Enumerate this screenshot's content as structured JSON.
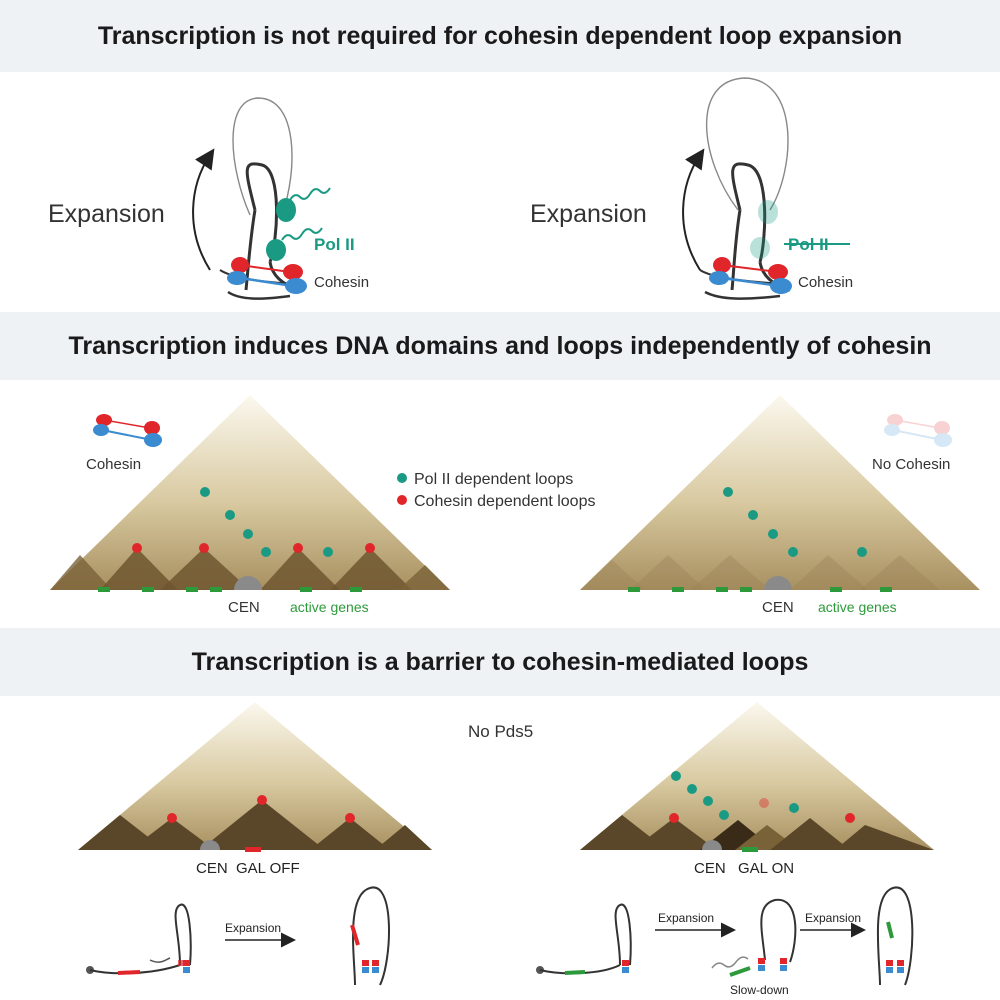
{
  "sections": [
    {
      "title": "Transcription is not required for cohesin dependent loop expansion"
    },
    {
      "title": "Transcription induces DNA domains and loops independently of cohesin"
    },
    {
      "title": "Transcription is a barrier to cohesin-mediated loops"
    }
  ],
  "panel1": {
    "left": {
      "expansion": "Expansion",
      "pol": "Pol II",
      "cohesin": "Cohesin"
    },
    "right": {
      "expansion": "Expansion",
      "pol": "Pol II",
      "cohesin": "Cohesin"
    }
  },
  "panel2": {
    "left": {
      "cohesin": "Cohesin",
      "cen": "CEN",
      "genes": "active genes"
    },
    "right": {
      "cohesin": "No Cohesin",
      "cen": "CEN",
      "genes": "active genes"
    },
    "legend": {
      "pol": "Pol II dependent loops",
      "coh": "Cohesin dependent loops"
    }
  },
  "panel3": {
    "no_pds5": "No Pds5",
    "left": {
      "cen": "CEN",
      "gal": "GAL OFF"
    },
    "right": {
      "cen": "CEN",
      "gal": "GAL ON"
    },
    "bottom": {
      "exp1": "Expansion",
      "exp2": "Expansion",
      "exp3": "Expansion",
      "slow": "Slow-down"
    }
  },
  "colors": {
    "pol": "#1a9a82",
    "cohesin_red": "#e0262b",
    "cohesin_blue": "#3a8bd0",
    "gene": "#2c9a3a",
    "band": "#eef2f5",
    "tri_dark": "#5a4628",
    "tri_light": "#f5f0dc"
  }
}
